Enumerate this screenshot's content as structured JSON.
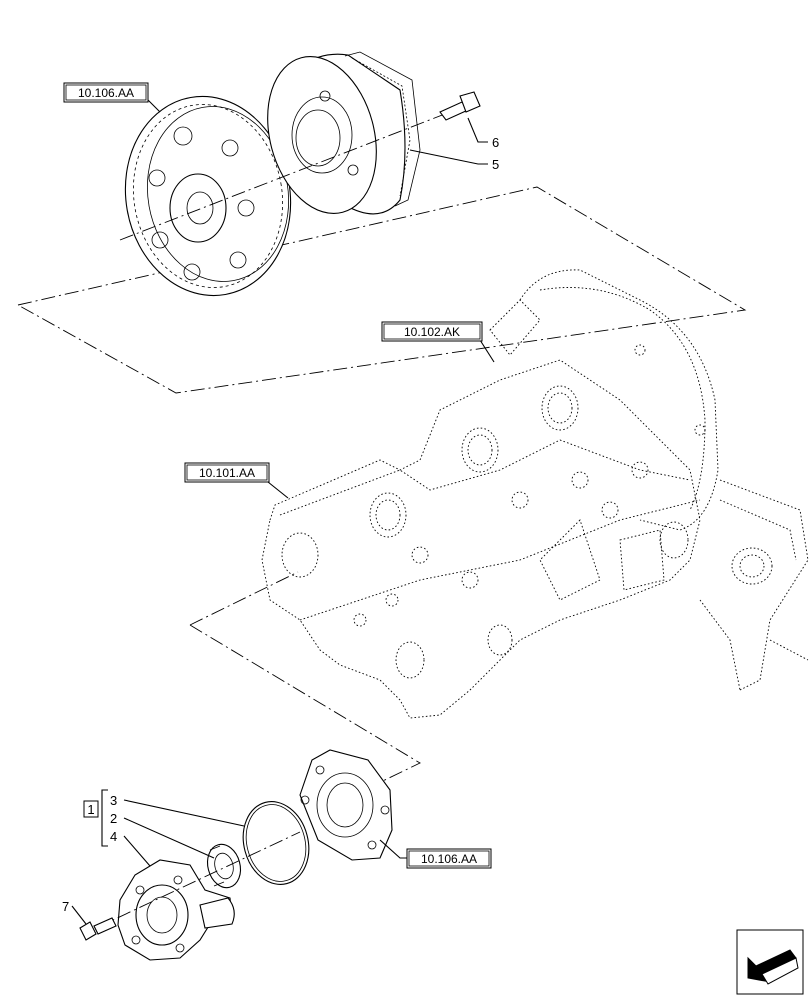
{
  "refs": {
    "gear_ref": "10.106.AA",
    "flywheel_ref": "10.102.AK",
    "block_ref": "10.101.AA",
    "cover_ref": "10.106.AA"
  },
  "callouts": {
    "c6": "6",
    "c5": "5",
    "c3": "3",
    "c2": "2",
    "c4": "4",
    "c1": "1",
    "c7": "7"
  }
}
